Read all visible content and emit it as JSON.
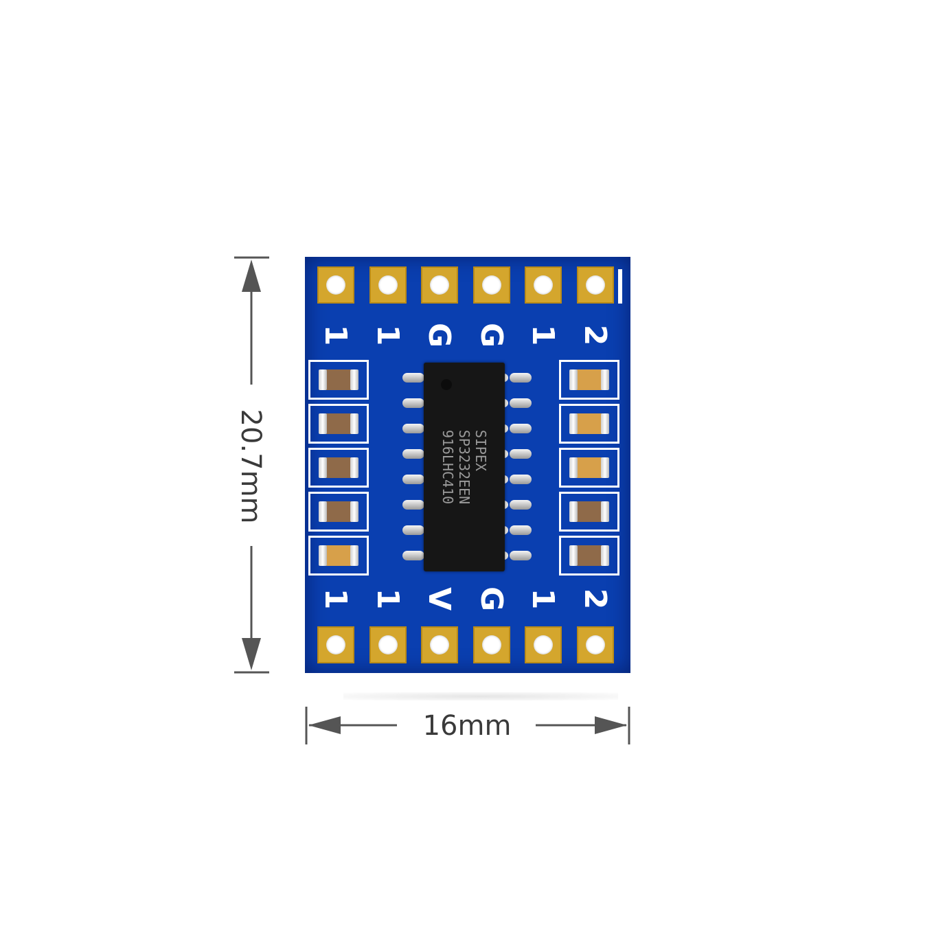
{
  "dimensions": {
    "width_label": "16mm",
    "height_label": "20.7mm"
  },
  "silkscreen": {
    "top_row": [
      "1",
      "1",
      "G",
      "G",
      "1",
      "2"
    ],
    "bottom_row": [
      "1",
      "1",
      "V",
      "G",
      "1",
      "2"
    ]
  },
  "chip": {
    "lines": [
      "SIPEX",
      "SP3232EEN",
      "916LHC410"
    ]
  },
  "colors": {
    "pcb": "#0a3fb0",
    "pad": "#d4a62d",
    "chip": "#161616",
    "dimension_line": "#555555"
  }
}
